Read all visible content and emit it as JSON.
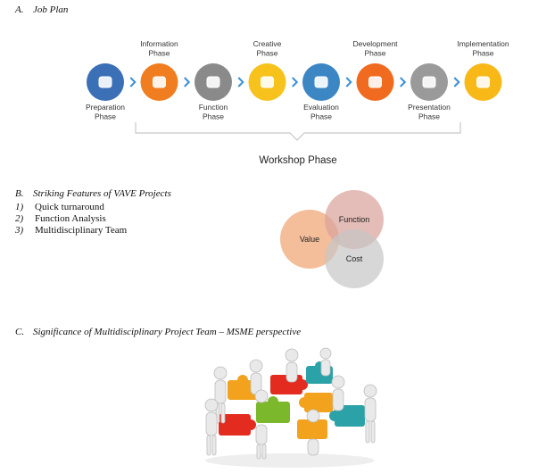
{
  "sections": [
    {
      "number": "A.",
      "title": "Job Plan"
    },
    {
      "number": "B.",
      "title": "Striking Features of VAVE Projects"
    },
    {
      "number": "C.",
      "title": "Significance of Multidisciplinary Project Team – MSME perspective"
    }
  ],
  "job_plan": {
    "phases": [
      {
        "top": [
          "Preparation",
          "Phase"
        ],
        "pos": "below",
        "color": "#3b6fb6",
        "icon": "handshake-icon"
      },
      {
        "top": [
          "Information",
          "Phase"
        ],
        "pos": "above",
        "color": "#f07d1f",
        "icon": "person-info-icon"
      },
      {
        "top": [
          "Function",
          "Phase"
        ],
        "pos": "below",
        "color": "#8a8a8a",
        "icon": "gears-icon"
      },
      {
        "top": [
          "Creative",
          "Phase"
        ],
        "pos": "above",
        "color": "#f6c21b",
        "icon": "lightbulb-icon"
      },
      {
        "top": [
          "Evaluation",
          "Phase"
        ],
        "pos": "below",
        "color": "#3c86c4",
        "icon": "chart-evaluation-icon"
      },
      {
        "top": [
          "Development",
          "Phase"
        ],
        "pos": "above",
        "color": "#f06b1f",
        "icon": "clipboard-icon"
      },
      {
        "top": [
          "Presentation",
          "Phase"
        ],
        "pos": "below",
        "color": "#9a9a9a",
        "icon": "presentation-board-icon"
      },
      {
        "top": [
          "Implementation",
          "Phase"
        ],
        "pos": "above",
        "color": "#f7b818",
        "icon": "thumbs-up-icon"
      }
    ],
    "workshop_label": "Workshop Phase",
    "arrow_color": "#3b8fd6"
  },
  "features": [
    {
      "number": "1)",
      "text": "Quick turnaround"
    },
    {
      "number": "2)",
      "text": "Function Analysis"
    },
    {
      "number": "3)",
      "text": "Multidisciplinary Team"
    }
  ],
  "venn": {
    "circles": [
      {
        "label": "Value",
        "color": "#f0a878"
      },
      {
        "label": "Function",
        "color": "#d9a19a"
      },
      {
        "label": "Cost",
        "color": "#c6c6c6"
      }
    ]
  },
  "illustration": {
    "icon": "team-puzzle-icon"
  }
}
